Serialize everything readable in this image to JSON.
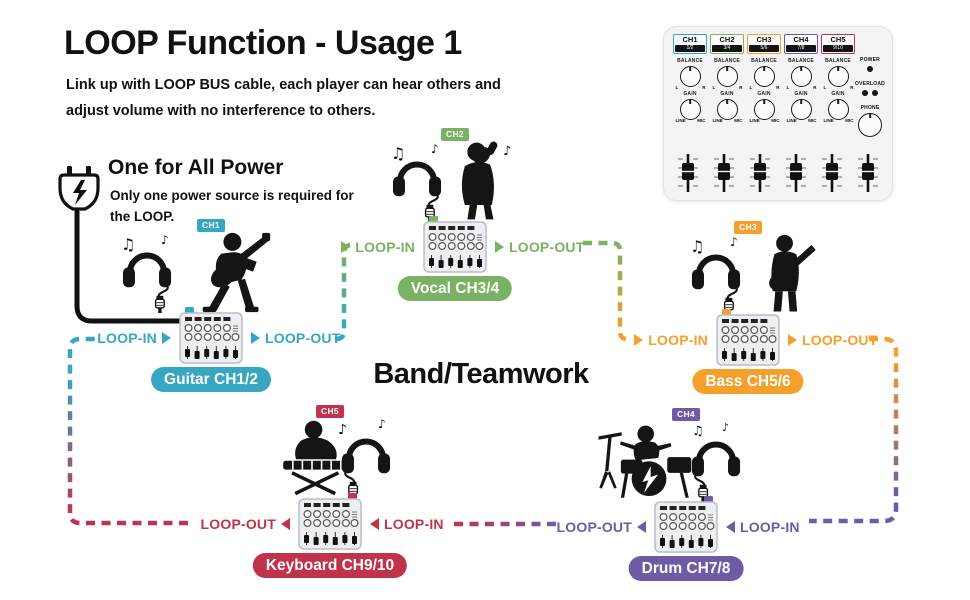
{
  "page": {
    "title": "LOOP Function - Usage 1",
    "subtitle": "Link up with LOOP BUS cable, each player can hear others and adjust volume with no interference to others.",
    "center_label": "Band/Teamwork"
  },
  "power_note": {
    "heading": "One for All Power",
    "body": "Only one power source is required for the LOOP.",
    "icon": "power-plug-icon"
  },
  "mixer_panel": {
    "balance_label": "BALANCE",
    "gain_label": "GAIN",
    "balance_left": "L",
    "balance_right": "R",
    "gain_left": "LINE",
    "gain_right": "MIC",
    "power_label": "POWER",
    "overload_label": "OVERLOAD",
    "phone_label": "PHONE",
    "fader_count": 6,
    "channels": [
      {
        "id": "CH1",
        "sub": "1/2",
        "color": "#36A6C1"
      },
      {
        "id": "CH2",
        "sub": "3/4",
        "color": "#7BB163"
      },
      {
        "id": "CH3",
        "sub": "5/6",
        "color": "#F5A02D"
      },
      {
        "id": "CH4",
        "sub": "7/8",
        "color": "#6E5BA5"
      },
      {
        "id": "CH5",
        "sub": "9/10",
        "color": "#C1334C"
      }
    ]
  },
  "stations": [
    {
      "badge": "CH1",
      "name": "Guitar CH1/2",
      "in_label": "LOOP-IN",
      "out_label": "LOOP-OUT",
      "color": "#36A6C1",
      "instrument": "guitar"
    },
    {
      "badge": "CH2",
      "name": "Vocal CH3/4",
      "in_label": "LOOP-IN",
      "out_label": "LOOP-OUT",
      "color": "#7BB163",
      "instrument": "vocal"
    },
    {
      "badge": "CH3",
      "name": "Bass CH5/6",
      "in_label": "LOOP-IN",
      "out_label": "LOOP-OUT",
      "color": "#F5A02D",
      "instrument": "bass"
    },
    {
      "badge": "CH4",
      "name": "Drum CH7/8",
      "in_label": "LOOP-IN",
      "out_label": "LOOP-OUT",
      "color": "#6E5BA5",
      "instrument": "drum"
    },
    {
      "badge": "CH5",
      "name": "Keyboard CH9/10",
      "in_label": "LOOP-IN",
      "out_label": "LOOP-OUT",
      "color": "#C1334C",
      "instrument": "keyboard"
    }
  ],
  "loop_order": [
    "Guitar CH1/2",
    "Vocal CH3/4",
    "Bass CH5/6",
    "Drum CH7/8",
    "Keyboard CH9/10"
  ]
}
